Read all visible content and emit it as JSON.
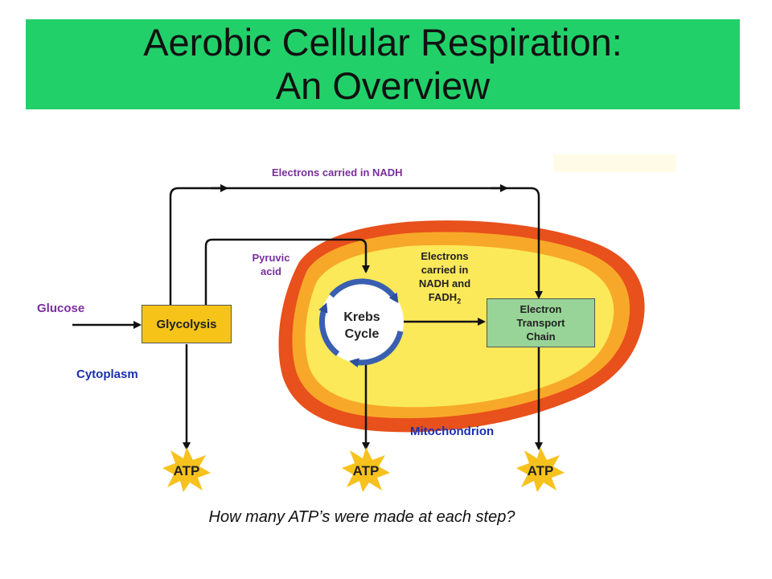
{
  "title": {
    "line1": "Aerobic Cellular Respiration:",
    "line2": "An Overview"
  },
  "labels": {
    "electrons_nadh": "Electrons carried in NADH",
    "pyruvic_1": "Pyruvic",
    "pyruvic_2": "acid",
    "electrons_fadh_1": "Electrons",
    "electrons_fadh_2": "carried in",
    "electrons_fadh_3": "NADH and",
    "electrons_fadh_4": "FADH",
    "electrons_fadh_sub": "2",
    "glucose": "Glucose",
    "cytoplasm": "Cytoplasm",
    "mitochondrion": "Mitochondrion"
  },
  "boxes": {
    "glycolysis": "Glycolysis",
    "krebs_1": "Krebs",
    "krebs_2": "Cycle",
    "etc_1": "Electron",
    "etc_2": "Transport",
    "etc_3": "Chain"
  },
  "atp": [
    "ATP",
    "ATP",
    "ATP"
  ],
  "question": "How many ATP’s were made at each step?",
  "colors": {
    "banner": "#22d06a",
    "label_purple": "#7a2ea0",
    "label_blue": "#1a2fb0",
    "glycolysis_fill": "#f6c419",
    "etc_fill": "#98d498",
    "mito_outer": "#e8501c",
    "mito_inner": "#fbe95a",
    "krebs_arrow": "#3a5fb0",
    "atp_star": "#f7c21e"
  }
}
